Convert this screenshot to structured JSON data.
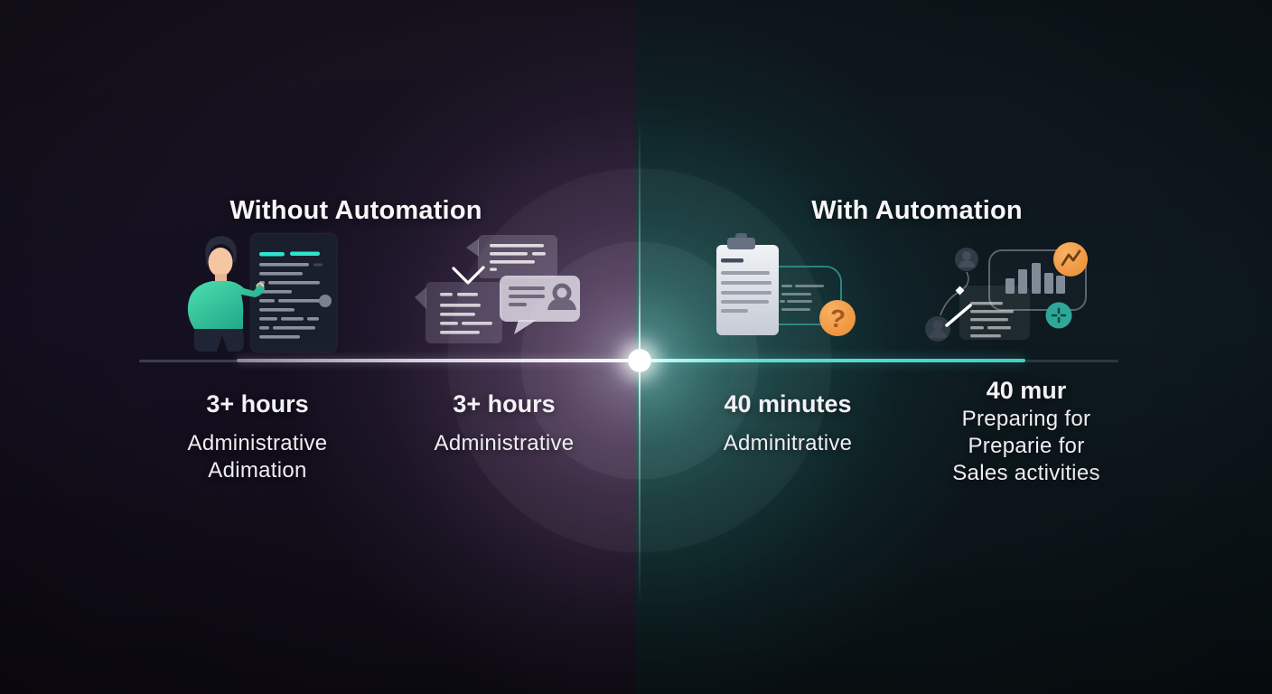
{
  "left": {
    "title": "Without Automation",
    "items": [
      {
        "icon": "person-document",
        "duration": "3+ hours",
        "lines": [
          "Administrative",
          "Adimation"
        ]
      },
      {
        "icon": "chat-bubbles",
        "duration": "3+ hours",
        "lines": [
          "Administrative"
        ]
      }
    ]
  },
  "right": {
    "title": "With Automation",
    "items": [
      {
        "icon": "clipboard-question",
        "duration": "40 minutes",
        "lines": [
          "Adminitrative"
        ],
        "badge": "?"
      },
      {
        "icon": "workflow-chart",
        "duration": "40 mur",
        "lines": [
          "Preparing for",
          "Preparie for",
          "Sales activities"
        ]
      }
    ]
  },
  "colors": {
    "accent_teal": "#41cfc3",
    "accent_purple": "#ac7cb4",
    "accent_orange": "#ef9a3e",
    "timeline_white": "#ffffff",
    "background_dark": "#0e0d14"
  }
}
